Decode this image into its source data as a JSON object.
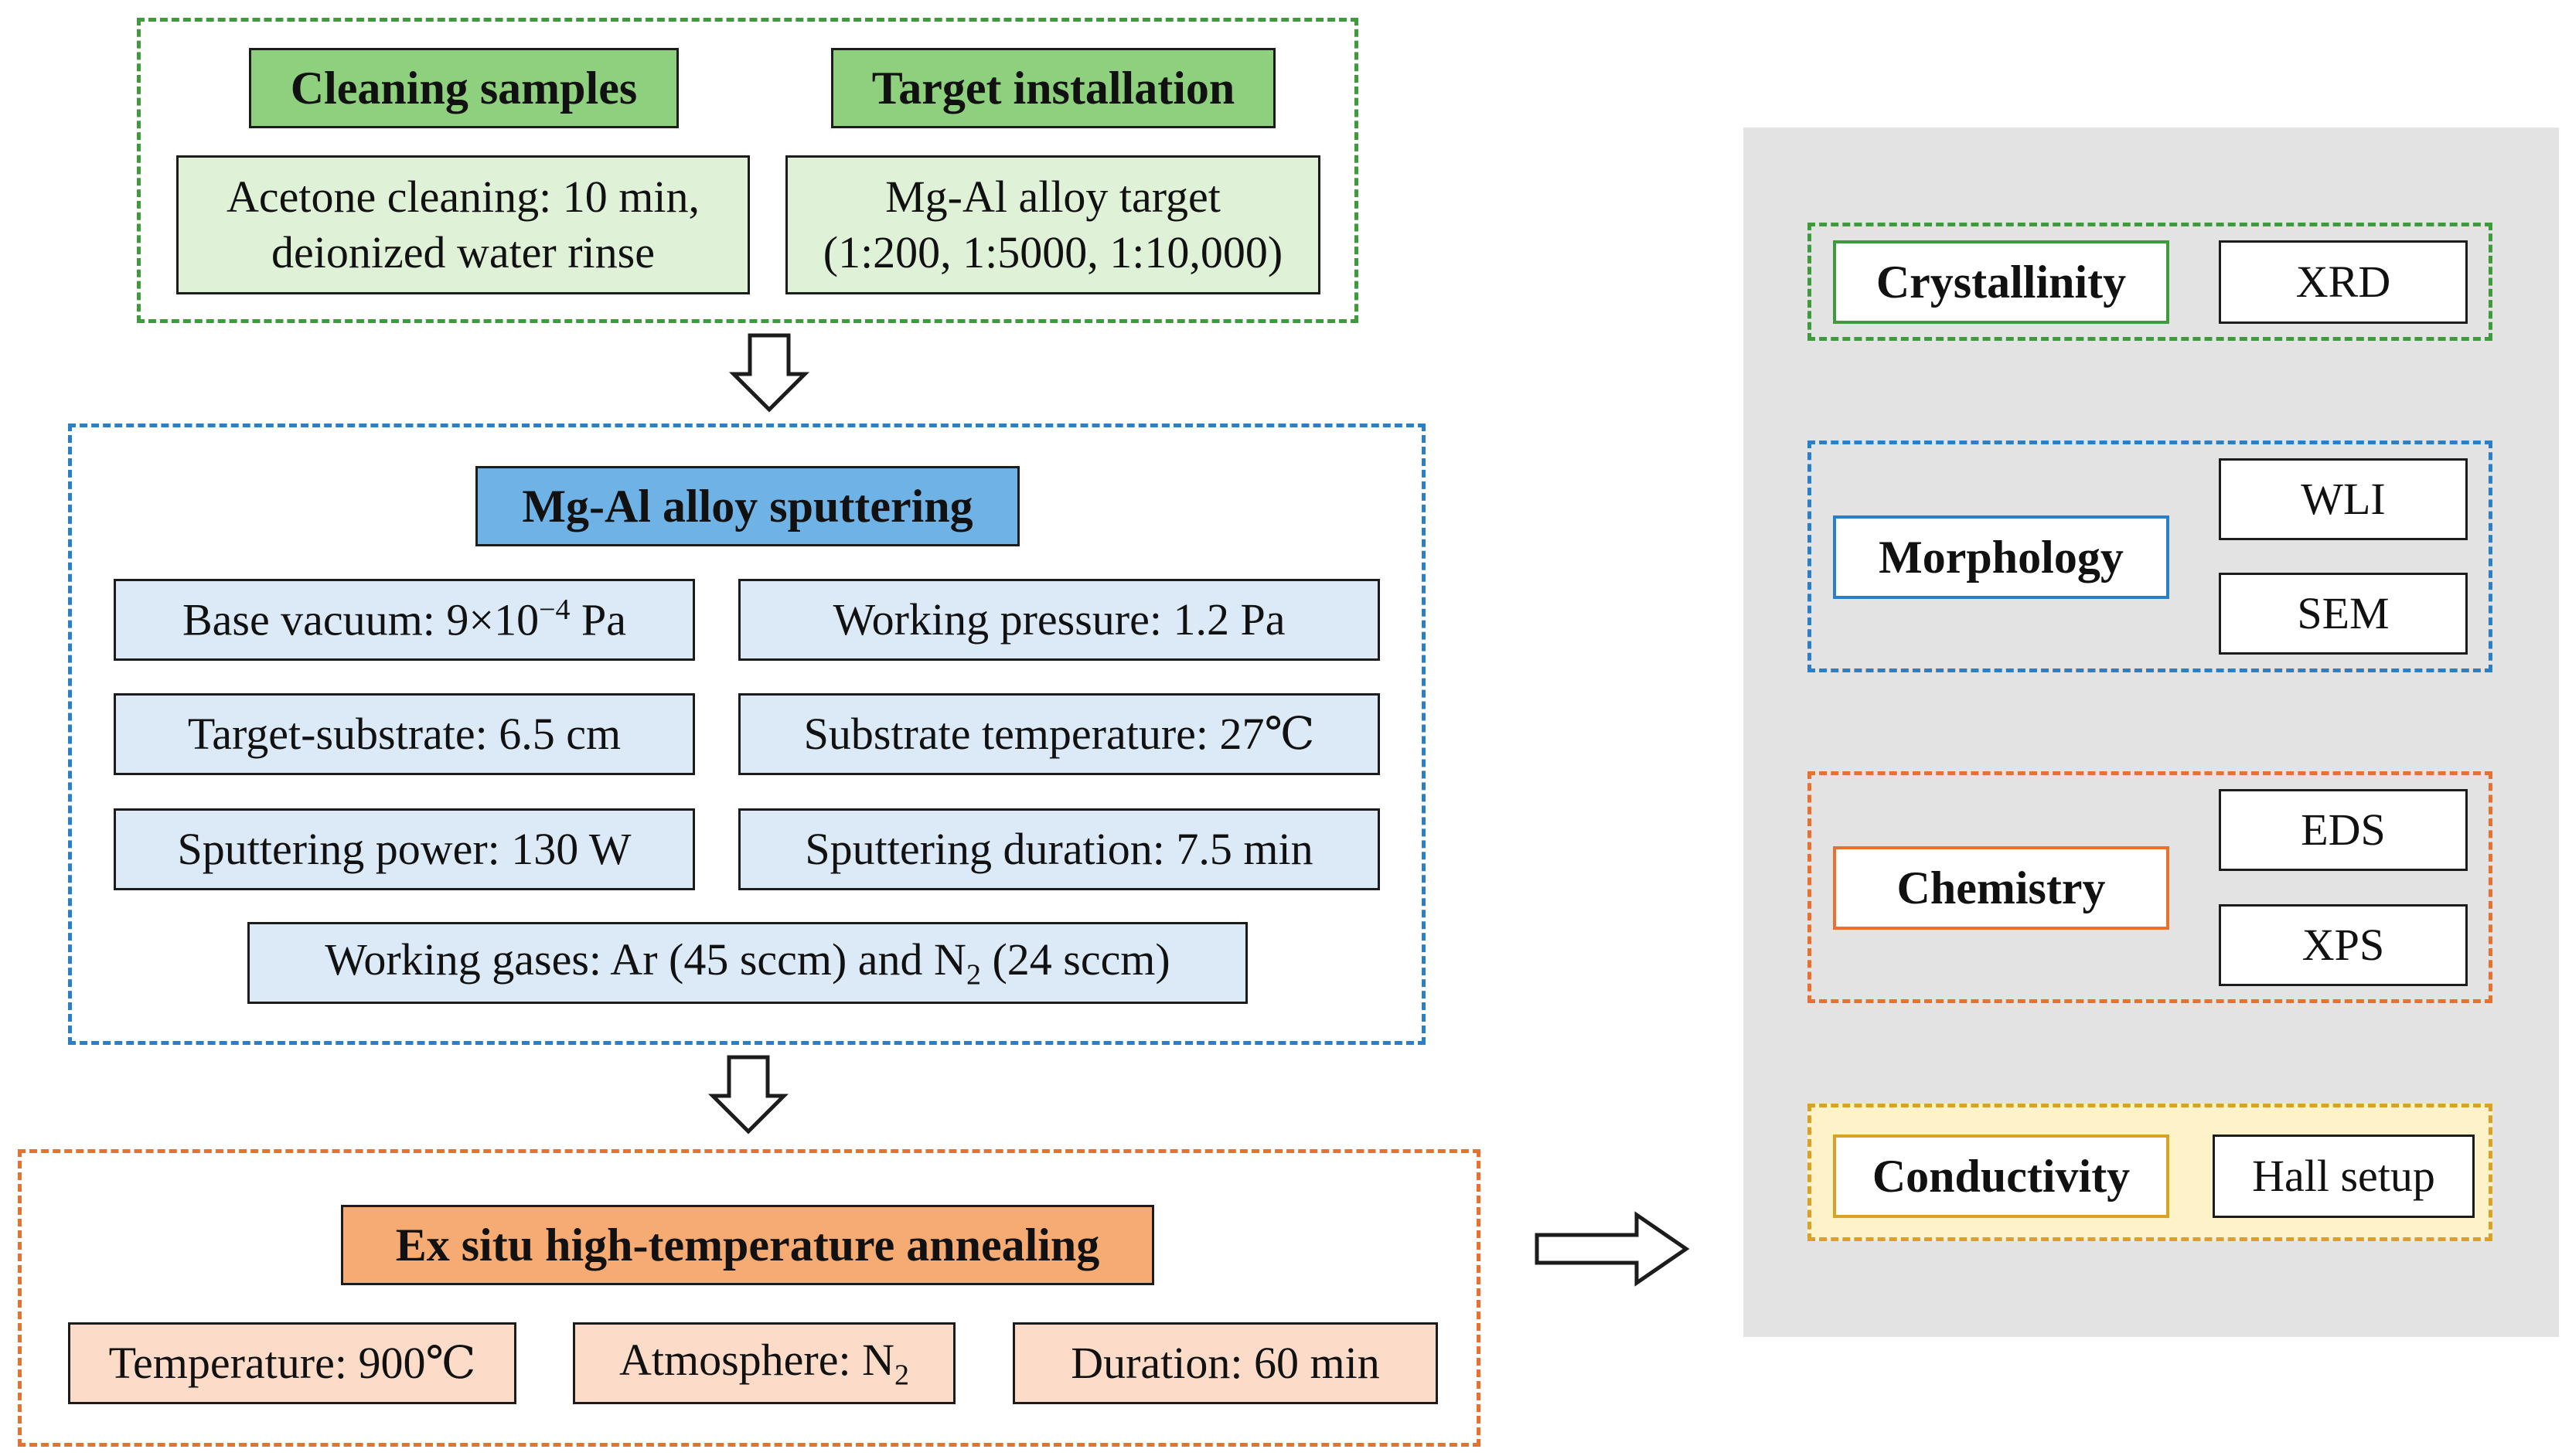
{
  "top_group": {
    "cleaning": {
      "title": "Cleaning samples",
      "line1": "Acetone cleaning: 10 min,",
      "line2": "deionized water rinse"
    },
    "target": {
      "title": "Target installation",
      "line1": "Mg-Al alloy target",
      "line2": "(1:200, 1:5000, 1:10,000)"
    }
  },
  "sputter_group": {
    "title": "Mg-Al alloy sputtering",
    "base_vacuum": {
      "prefix": "Base vacuum: 9×10",
      "exp": "−4",
      "suffix": " Pa"
    },
    "working_pressure": "Working pressure: 1.2 Pa",
    "target_substrate": "Target-substrate: 6.5 cm",
    "substrate_temperature": "Substrate temperature: 27℃",
    "sputtering_power": "Sputtering power: 130 W",
    "sputtering_duration": "Sputtering duration: 7.5 min",
    "working_gases": {
      "prefix": "Working gases: Ar (45 sccm) and N",
      "sub": "2",
      "suffix": " (24 sccm)"
    }
  },
  "anneal_group": {
    "title": "Ex situ high-temperature annealing",
    "temperature": "Temperature: 900℃",
    "atmosphere": {
      "prefix": "Atmosphere: N",
      "sub": "2"
    },
    "duration": "Duration: 60 min"
  },
  "characterization": {
    "crystallinity": {
      "label": "Crystallinity",
      "methods": [
        "XRD"
      ]
    },
    "morphology": {
      "label": "Morphology",
      "methods": [
        "WLI",
        "SEM"
      ]
    },
    "chemistry": {
      "label": "Chemistry",
      "methods": [
        "EDS",
        "XPS"
      ]
    },
    "conductivity": {
      "label": "Conductivity",
      "methods": [
        "Hall setup"
      ]
    }
  },
  "colors": {
    "green": "#3f9a3b",
    "blue": "#2a7fc6",
    "orange": "#e8712f",
    "yellow": "#d9a227",
    "panel": "#e3e3e3"
  },
  "icons": [
    "down-arrow-icon",
    "right-arrow-icon"
  ]
}
